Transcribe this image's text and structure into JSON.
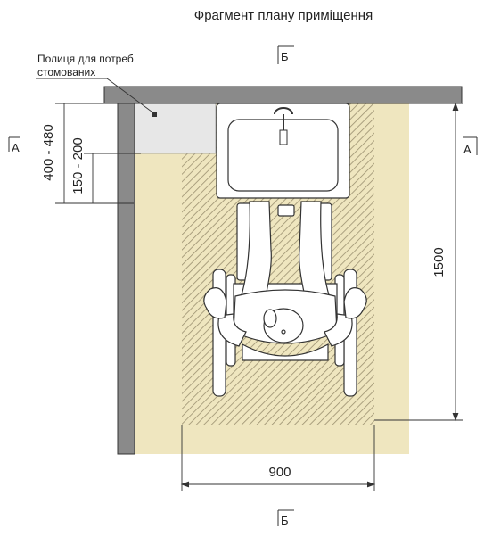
{
  "title": "Фрагмент плану приміщення",
  "shelf_label_line1": "Полиця для потреб",
  "shelf_label_line2": "стомованих",
  "dimensions": {
    "shelf_height": "400 - 480",
    "shelf_depth": "150 - 200",
    "length": "1500",
    "width": "900"
  },
  "sections": {
    "a_left": "А",
    "a_right": "А",
    "b_top": "Б",
    "b_bottom": "Б"
  },
  "colors": {
    "wall": "#8a8a8a",
    "floor": "#efe6bf",
    "hatch": "#9a8f6f",
    "shelf": "#e7e7e7",
    "line": "#333333"
  }
}
